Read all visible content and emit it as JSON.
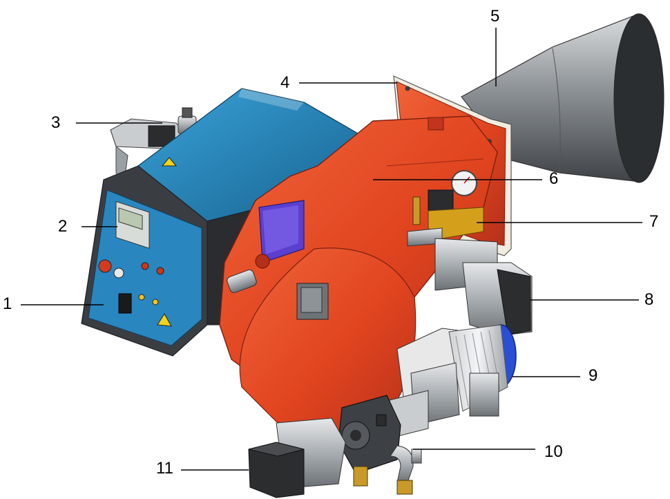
{
  "figure": {
    "callouts": [
      "1",
      "2",
      "3",
      "4",
      "5",
      "6",
      "7",
      "8",
      "9",
      "10",
      "11"
    ]
  },
  "colors": {
    "housing_red": "#e0441f",
    "housing_red_dark": "#b5301a",
    "panel_blue": "#1e7fb8",
    "cabinet_dark": "#3a3d42",
    "steel": "#a9aeb3",
    "motor_blue": "#2a4fd6",
    "window_purple": "#5a3fd0"
  }
}
